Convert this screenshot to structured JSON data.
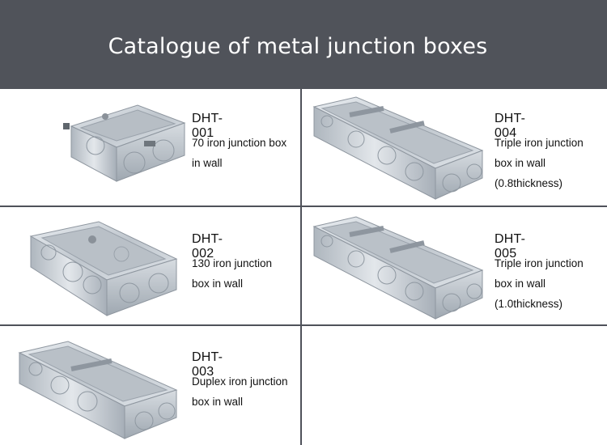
{
  "header": {
    "title": "Catalogue of metal junction boxes"
  },
  "products": [
    {
      "code": "DHT-001",
      "lines": [
        "70 iron junction box",
        "in wall"
      ]
    },
    {
      "code": "DHT-002",
      "lines": [
        "130 iron junction",
        "box in wall"
      ]
    },
    {
      "code": "DHT-003",
      "lines": [
        "Duplex iron junction",
        "box in wall"
      ]
    },
    {
      "code": "DHT-004",
      "lines": [
        "Triple iron junction",
        "box in wall",
        "(0.8thickness)"
      ]
    },
    {
      "code": "DHT-005",
      "lines": [
        "Triple iron junction",
        "box in wall",
        "(1.0thickness)"
      ]
    }
  ],
  "colors": {
    "header_bg": "#50535a",
    "divider": "#4f525a",
    "metal": "#c9ced4"
  }
}
